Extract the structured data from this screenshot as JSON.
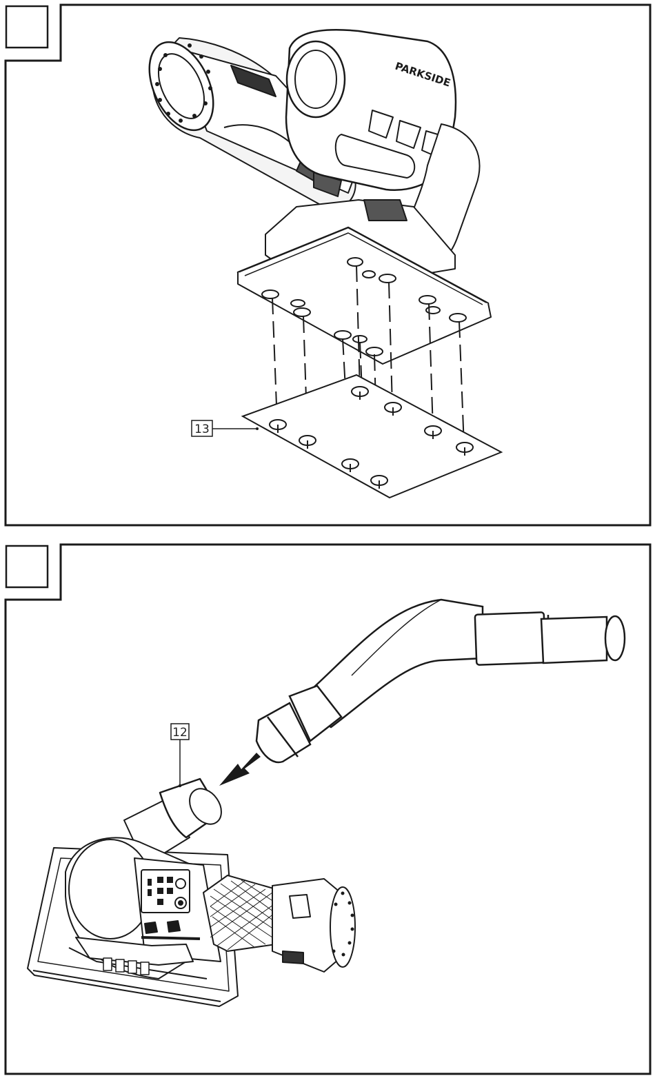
{
  "figures": [
    {
      "label": "",
      "callouts": [
        {
          "number": "13",
          "part": "sanding-sheet"
        }
      ],
      "brand_text": "PARKSIDE",
      "colors": {
        "line": "#1a1a1a",
        "background": "#ffffff"
      }
    },
    {
      "label": "",
      "callouts": [
        {
          "number": "12",
          "part": "dust-extraction-adapter"
        }
      ],
      "colors": {
        "line": "#1a1a1a",
        "background": "#ffffff"
      }
    }
  ]
}
